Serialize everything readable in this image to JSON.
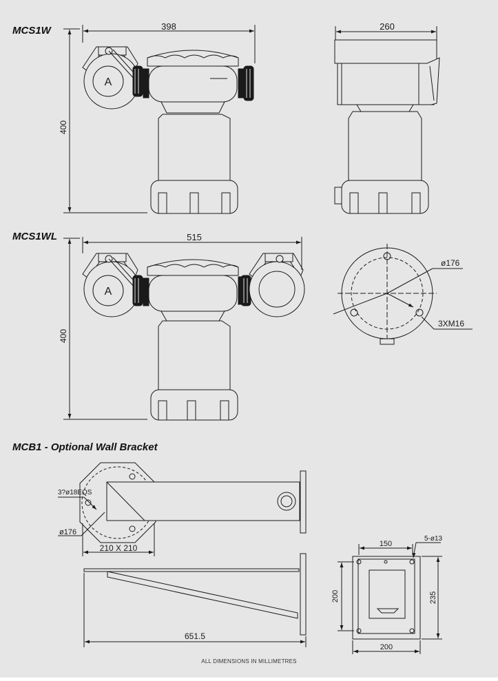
{
  "sections": [
    {
      "id": "mcs1w",
      "title": "MCS1W"
    },
    {
      "id": "mcs1wl",
      "title": "MCS1WL"
    },
    {
      "id": "mcb1",
      "title": "MCB1 - Optional Wall Bracket"
    }
  ],
  "mcs1w": {
    "front_width": "398",
    "height": "400",
    "side_width": "260",
    "camera_mark": "A"
  },
  "mcs1wl": {
    "front_width": "515",
    "height": "400",
    "camera_mark": "A",
    "flange_diameter": "ø176",
    "flange_holes": "3XM16"
  },
  "mcb1": {
    "hole_spec": "3?ø18EQS",
    "circle_diameter": "ø176",
    "plate_size": "210 X 210",
    "length": "651.5",
    "mount_hole_spacing": "150",
    "mount_holes": "5-ø13",
    "inner_height": "200",
    "outer_height": "235",
    "base_width": "200"
  },
  "footer": "ALL DIMENSIONS IN MILLIMETRES",
  "colors": {
    "background": "#e6e6e6",
    "line": "#1a1a1a",
    "fill": "#e6e6e6"
  }
}
